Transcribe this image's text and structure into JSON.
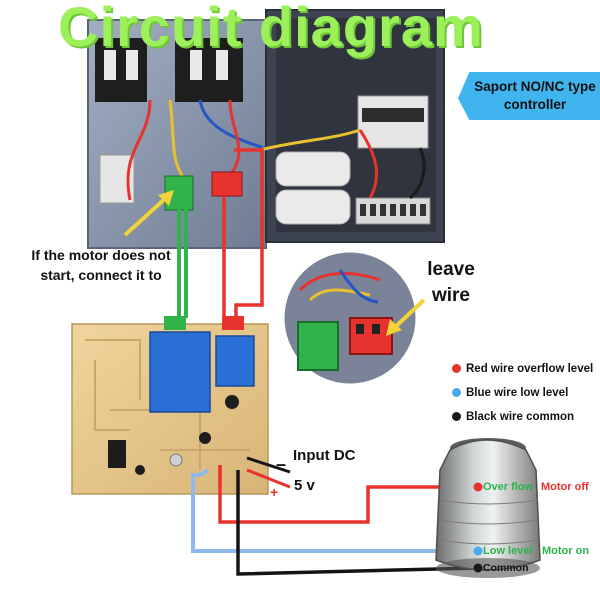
{
  "title": "Circuit diagram",
  "callout": {
    "text": "Saport NO/NC type controller"
  },
  "note": {
    "text": "If the motor does not start, connect it to"
  },
  "inset": {
    "label": "leave wire"
  },
  "legend": [
    {
      "text": "Red wire overflow level",
      "color": "#e8322e"
    },
    {
      "text": "Blue wire low level",
      "color": "#4aa8f0"
    },
    {
      "text": "Black wire common",
      "color": "#1a1a1a"
    }
  ],
  "power": {
    "label": "Input DC",
    "voltage": "5 v",
    "minus": "–",
    "plus": "+"
  },
  "tank": {
    "overflow_label": "Over flow",
    "motor_off_label": "Motor off",
    "low_level_label": "Low level",
    "motor_on_label": "Motor on",
    "common_label": "Common"
  },
  "colors": {
    "title_green": "#9cf05a",
    "red_wire": "#e8322e",
    "blue_wire": "#8fb8ec",
    "black_wire": "#151515",
    "green_wire": "#2fb34a",
    "callout_blue": "#3fb4ee",
    "panel_gray": "#8b98b0"
  },
  "icons": [
    "electrical-panel",
    "controller-board",
    "water-tank",
    "arrow"
  ]
}
